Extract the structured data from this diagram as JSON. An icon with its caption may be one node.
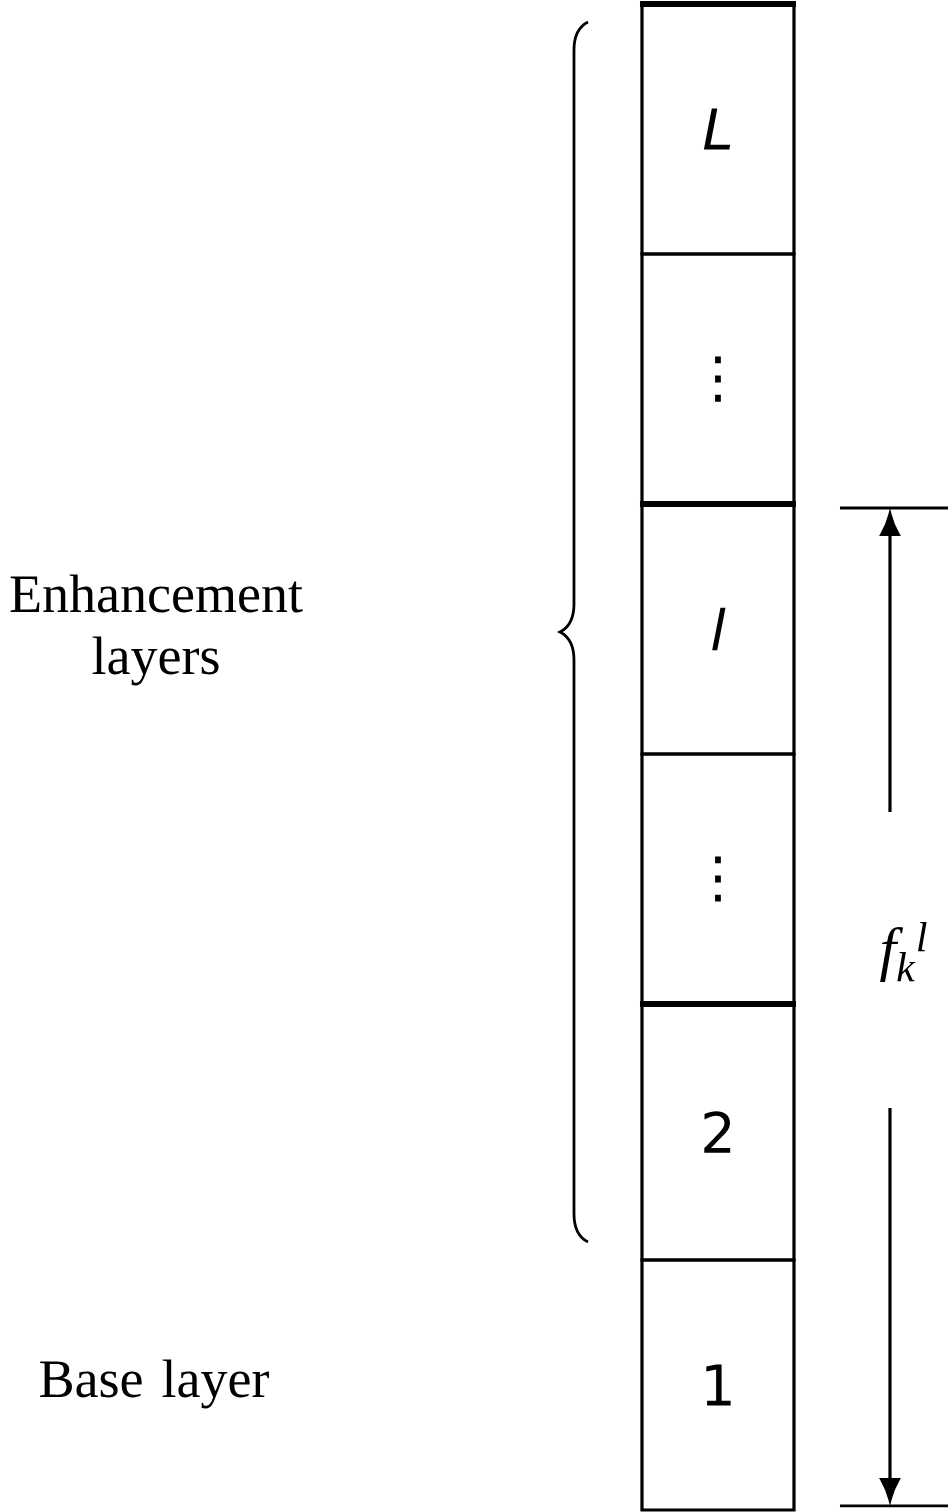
{
  "diagram": {
    "nodes": [
      {
        "text": [
          "*L*"
        ]
      },
      {
        "text": [
          "⋮"
        ]
      },
      {
        "text": [
          "*l*"
        ]
      },
      {
        "text": [
          "⋮"
        ]
      },
      {
        "text": [
          "2"
        ]
      },
      {
        "text": [
          "1"
        ]
      }
    ],
    "labels": [
      "Enhancement layers",
      "Base layer",
      "f$_{k}$$^{l}$"
    ]
  }
}
